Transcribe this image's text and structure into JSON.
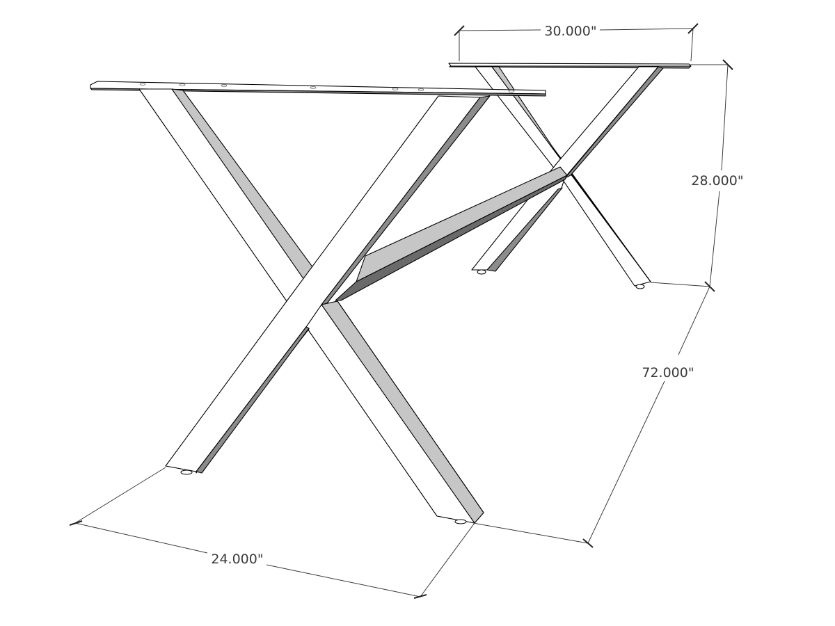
{
  "dimensions": {
    "top_width": "30.000\"",
    "height": "28.000\"",
    "length": "72.000\"",
    "depth": "24.000\""
  }
}
